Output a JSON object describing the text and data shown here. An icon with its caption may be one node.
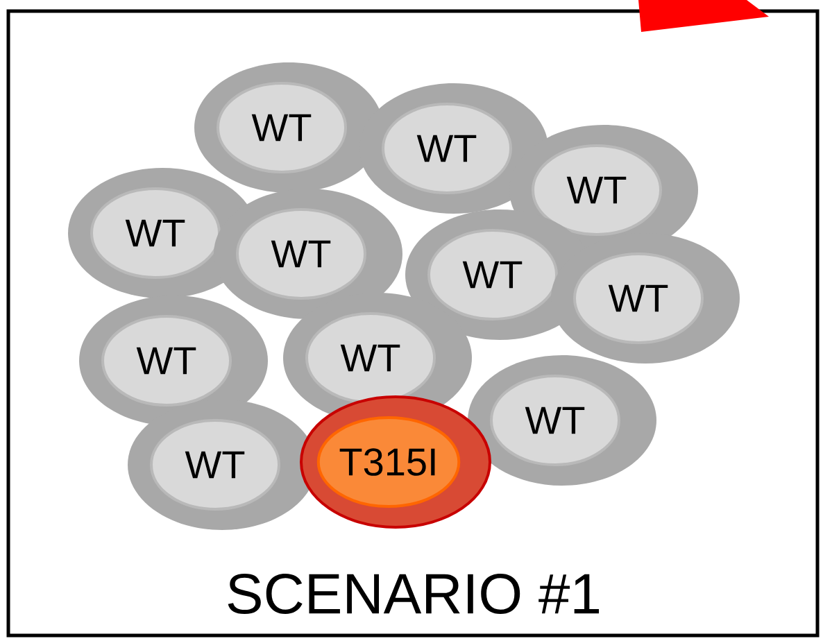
{
  "diagram": {
    "caption": "SCENARIO #1",
    "nodes": [
      {
        "text": [
          "WT"
        ]
      },
      {
        "text": [
          "WT"
        ]
      },
      {
        "text": [
          "WT"
        ]
      },
      {
        "text": [
          "WT"
        ]
      },
      {
        "text": [
          "WT"
        ]
      },
      {
        "text": [
          "WT"
        ]
      },
      {
        "text": [
          "WT"
        ]
      },
      {
        "text": [
          "WT"
        ]
      },
      {
        "text": [
          "WT"
        ]
      },
      {
        "text": [
          "WT"
        ]
      },
      {
        "text": [
          "WT"
        ]
      },
      {
        "text": [
          "T315I"
        ]
      }
    ]
  }
}
